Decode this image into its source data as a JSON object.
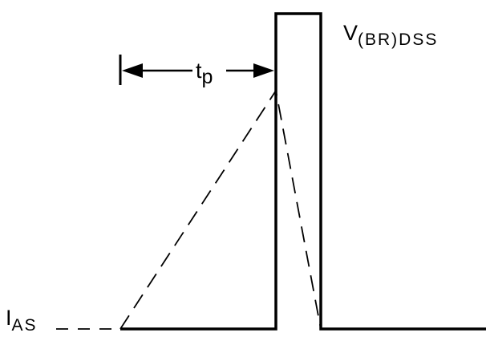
{
  "labels": {
    "breakdown_main": "V",
    "breakdown_sub": "(BR)DSS",
    "pulse_main": "t",
    "pulse_sub": "p",
    "current_main": "I",
    "current_sub": "AS"
  },
  "colors": {
    "line": "#000000",
    "background": "#ffffff"
  }
}
